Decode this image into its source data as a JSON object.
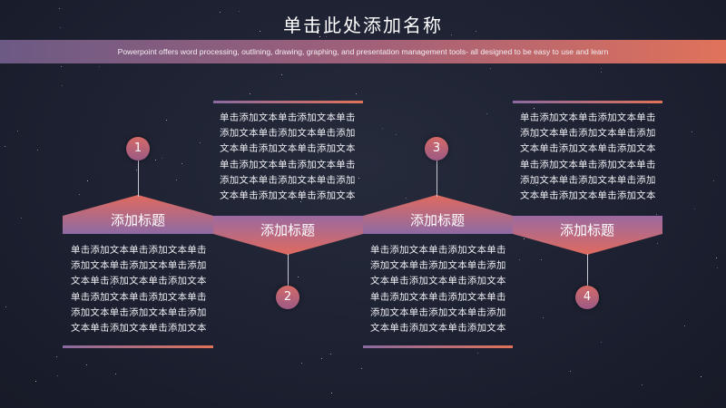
{
  "title": "单击此处添加名称",
  "subtitle": "Powerpoint offers word processing, outlining, drawing, graphing, and presentation management tools- all designed to be easy to use and learn",
  "items": [
    {
      "number": "1",
      "heading": "添加标题",
      "text": "单击添加文本单击添加文本单击添加文本单击添加文本单击添加文本单击添加文本单击添加文本单击添加文本单击添加文本单击添加文本单击添加文本单击添加文本单击添加文本单击添加文本"
    },
    {
      "number": "2",
      "heading": "添加标题",
      "text": "单击添加文本单击添加文本单击添加文本单击添加文本单击添加文本单击添加文本单击添加文本单击添加文本单击添加文本单击添加文本单击添加文本单击添加文本单击添加文本单击添加文本"
    },
    {
      "number": "3",
      "heading": "添加标题",
      "text": "单击添加文本单击添加文本单击添加文本单击添加文本单击添加文本单击添加文本单击添加文本单击添加文本单击添加文本单击添加文本单击添加文本单击添加文本单击添加文本单击添加文本"
    },
    {
      "number": "4",
      "heading": "添加标题",
      "text": "单击添加文本单击添加文本单击添加文本单击添加文本单击添加文本单击添加文本单击添加文本单击添加文本单击添加文本单击添加文本单击添加文本单击添加文本单击添加文本单击添加文本"
    }
  ],
  "colors": {
    "accent_start": "#6c5a84",
    "accent_end": "#e0725a",
    "background": "#1c2030"
  }
}
